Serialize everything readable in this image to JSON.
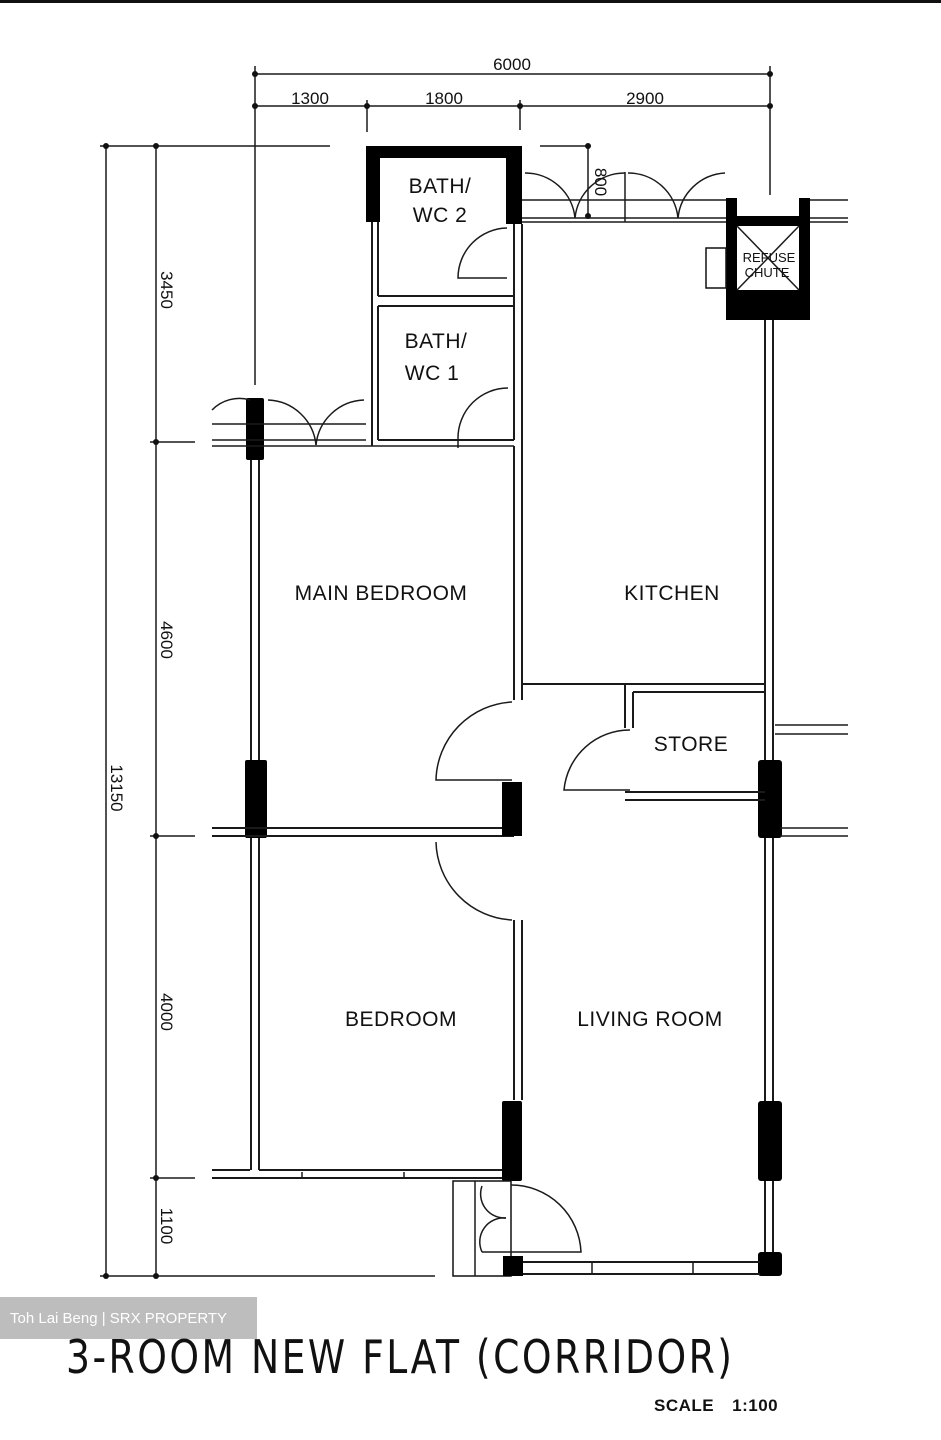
{
  "plan": {
    "title": "3-ROOM NEW FLAT (CORRIDOR)",
    "scale_label": "SCALE",
    "scale_value": "1:100",
    "watermark": "Toh Lai Beng | SRX PROPERTY"
  },
  "dimensions": {
    "horizontal": {
      "total": "6000",
      "segments": [
        "1300",
        "1800",
        "2900"
      ],
      "corridor_opening": "800"
    },
    "vertical": {
      "total": "13150",
      "segments": [
        "3450",
        "4600",
        "4000",
        "1100"
      ]
    }
  },
  "rooms": {
    "bath_wc_2": {
      "line1": "BATH/",
      "line2": "WC 2"
    },
    "bath_wc_1": {
      "line1": "BATH/",
      "line2": "WC 1"
    },
    "refuse_chute": {
      "line1": "REFUSE",
      "line2": "CHUTE"
    },
    "main_bedroom": "MAIN BEDROOM",
    "kitchen": "KITCHEN",
    "store": "STORE",
    "bedroom": "BEDROOM",
    "living_room": "LIVING ROOM"
  }
}
